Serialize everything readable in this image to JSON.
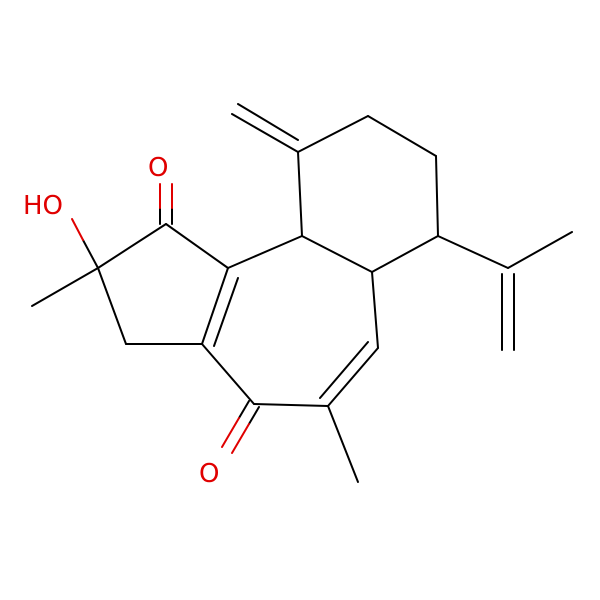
{
  "molecule": {
    "atom_labels": {
      "hydroxyl": "HO",
      "ketone_top": "O",
      "ketone_bottom": "O"
    },
    "colors": {
      "bond": "#000000",
      "oxygen": "#e00000",
      "background": "#ffffff"
    }
  }
}
